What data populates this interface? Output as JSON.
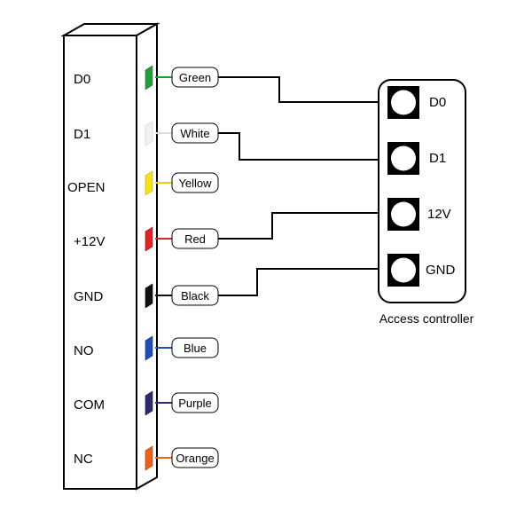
{
  "reader_pins": [
    {
      "name": "D0",
      "wire": "Green",
      "color": "#1e9e3a"
    },
    {
      "name": "D1",
      "wire": "White",
      "color": "#f2f2f2"
    },
    {
      "name": "OPEN",
      "wire": "Yellow",
      "color": "#f5e11a"
    },
    {
      "name": "+12V",
      "wire": "Red",
      "color": "#e02424"
    },
    {
      "name": "GND",
      "wire": "Black",
      "color": "#111111"
    },
    {
      "name": "NO",
      "wire": "Blue",
      "color": "#1f4fb5"
    },
    {
      "name": "COM",
      "wire": "Purple",
      "color": "#2e2a6e"
    },
    {
      "name": "NC",
      "wire": "Orange",
      "color": "#e8641e"
    }
  ],
  "controller": {
    "caption": "Access controller",
    "terminals": [
      {
        "name": "D0",
        "connects_to": "Green"
      },
      {
        "name": "D1",
        "connects_to": "White"
      },
      {
        "name": "12V",
        "connects_to": "Red"
      },
      {
        "name": "GND",
        "connects_to": "Black"
      }
    ]
  }
}
